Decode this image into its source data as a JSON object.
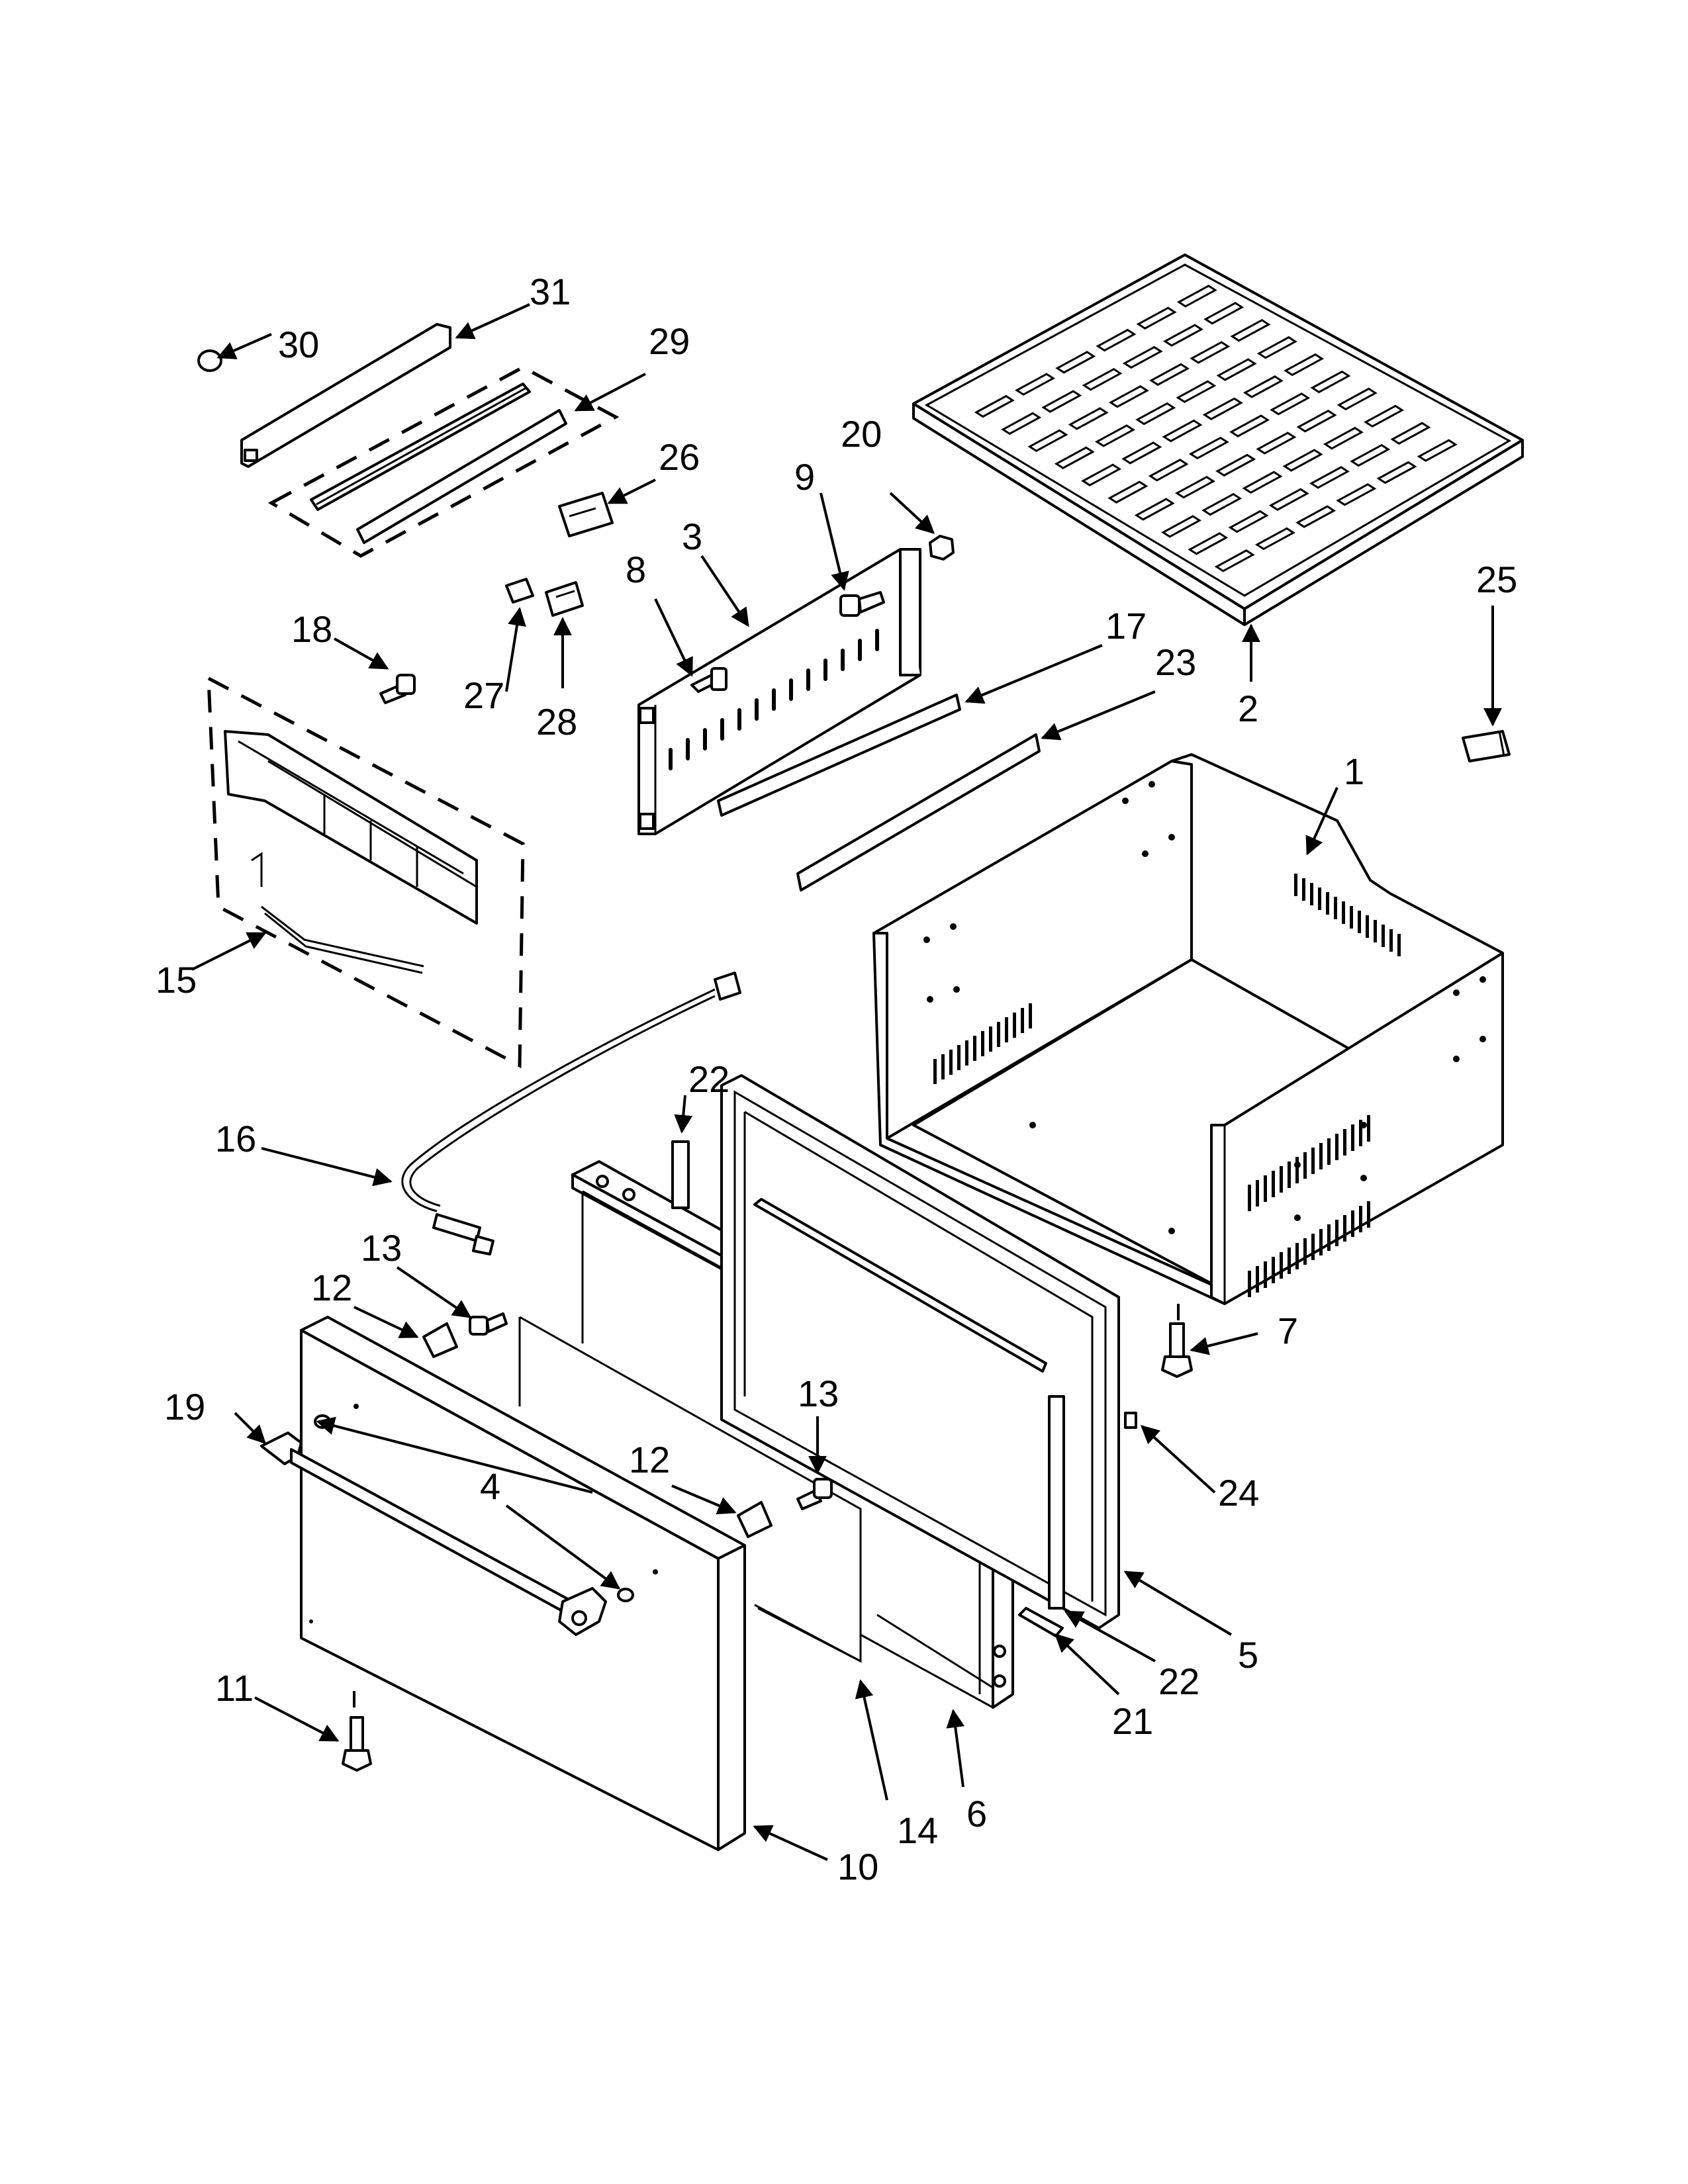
{
  "diagram": {
    "callouts": {
      "c1": "1",
      "c2": "2",
      "c3": "3",
      "c4": "4",
      "c5": "5",
      "c6": "6",
      "c7": "7",
      "c8": "8",
      "c9": "9",
      "c10": "10",
      "c11": "11",
      "c12a": "12",
      "c12b": "12",
      "c13a": "13",
      "c13b": "13",
      "c14": "14",
      "c15": "15",
      "c16": "16",
      "c17": "17",
      "c18": "18",
      "c19": "19",
      "c20": "20",
      "c21": "21",
      "c22a": "22",
      "c22b": "22",
      "c23": "23",
      "c24": "24",
      "c25": "25",
      "c26": "26",
      "c27": "27",
      "c28": "28",
      "c29": "29",
      "c30": "30",
      "c31": "31"
    }
  }
}
